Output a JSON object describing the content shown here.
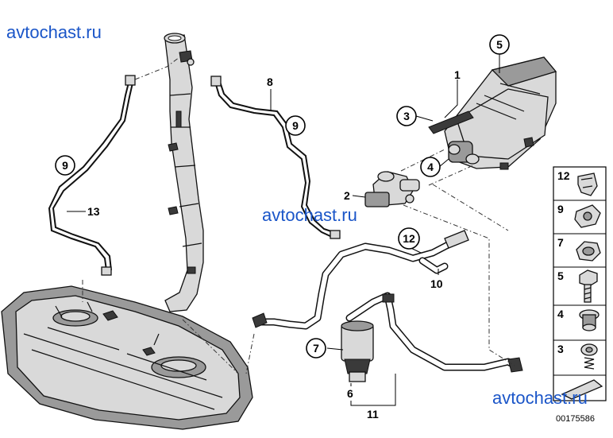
{
  "watermark": "avtochast.ru",
  "doc_number": "00175586",
  "callouts": {
    "c1": "1",
    "c2": "2",
    "c3": "3",
    "c4": "4",
    "c5": "5",
    "c6": "6",
    "c7": "7",
    "c8": "8",
    "c9a": "9",
    "c9b": "9",
    "c10": "10",
    "c11": "11",
    "c12": "12",
    "c13": "13"
  },
  "side_panel": [
    "12",
    "9",
    "7",
    "5",
    "4",
    "3"
  ]
}
